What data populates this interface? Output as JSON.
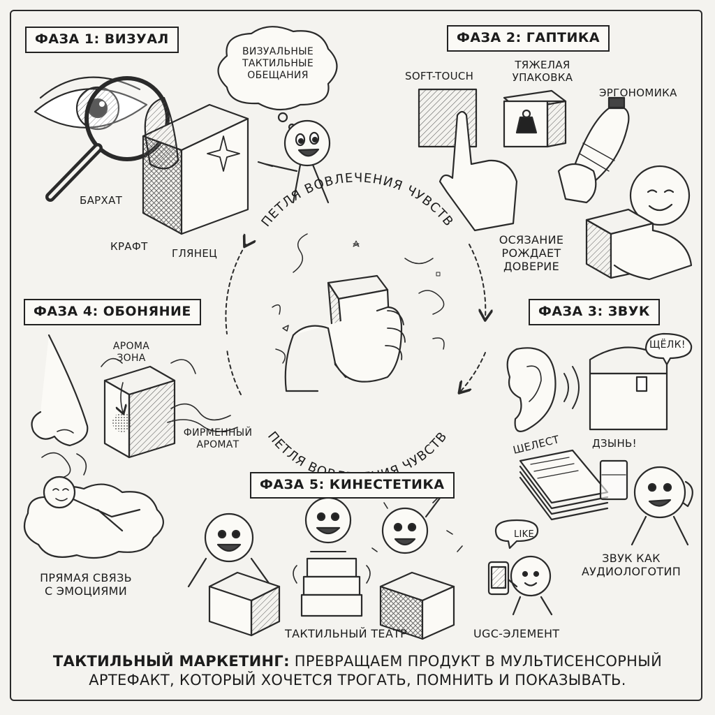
{
  "phases": {
    "p1": "ФАЗА 1: ВИЗУАЛ",
    "p2": "ФАЗА 2: ГАПТИКА",
    "p3": "ФАЗА 3: ЗВУК",
    "p4": "ФАЗА 4: ОБОНЯНИЕ",
    "p5": "ФАЗА 5: КИНЕСТЕТИКА"
  },
  "visual": {
    "thought": [
      "ВИЗУАЛЬНЫЕ",
      "ТАКТИЛЬНЫЕ",
      "ОБЕЩАНИЯ"
    ],
    "velvet": "БАРХАТ",
    "kraft": "КРАФТ",
    "gloss": "ГЛЯНЕЦ"
  },
  "haptic": {
    "soft_touch": "SOFT-TOUCH",
    "heavy_pack": [
      "ТЯЖЕЛАЯ",
      "УПАКОВКА"
    ],
    "ergonomics": "ЭРГОНОМИКА",
    "trust": [
      "ОСЯЗАНИЕ",
      "РОЖДАЕТ",
      "ДОВЕРИЕ"
    ]
  },
  "sound": {
    "click": "ЩЁЛК!",
    "rustle": "ШЕЛЕСТ",
    "ding": "ДЗЫНЬ!",
    "audio_logo": [
      "ЗВУК КАК",
      "АУДИОЛОГОТИП"
    ]
  },
  "smell": {
    "aroma_zone": [
      "АРОМА",
      "ЗОНА"
    ],
    "signature_scent": [
      "ФИРМЕННЫЙ",
      "АРОМАТ"
    ],
    "emotions": [
      "ПРЯМАЯ СВЯЗЬ",
      "С ЭМОЦИЯМИ"
    ]
  },
  "kinesthetic": {
    "theatre": "ТАКТИЛЬНЫЙ ТЕАТР",
    "like": "LIKE",
    "ugc": "UGC-ЭЛЕМЕНТ"
  },
  "center": {
    "loop_label": "ПЕТЛЯ ВОВЛЕЧЕНИЯ ЧУВСТВ"
  },
  "footer": {
    "bold": "ТАКТИЛЬНЫЙ МАРКЕТИНГ:",
    "line1": " ПРЕВРАЩАЕМ ПРОДУКТ В МУЛЬТИСЕНСОРНЫЙ",
    "line2": "АРТЕФАКТ, КОТОРЫЙ ХОЧЕТСЯ ТРОГАТЬ, ПОМНИТЬ И ПОКАЗЫВАТЬ."
  }
}
